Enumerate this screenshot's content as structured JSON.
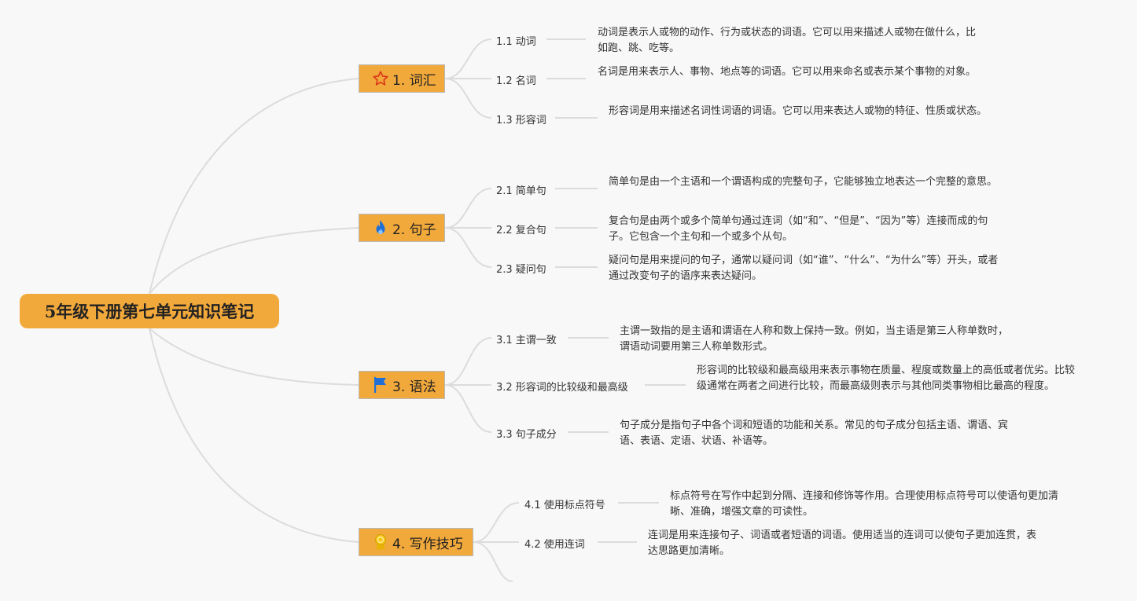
{
  "root": {
    "title": "5年级下册第七单元知识笔记"
  },
  "branches": [
    {
      "label": "1. 词汇",
      "icon": "star-icon",
      "items": [
        {
          "label": "1.1 动词",
          "note": "动词是表示人或物的动作、行为或状态的词语。它可以用来描述人或物在做什么，比如跑、跳、吃等。"
        },
        {
          "label": "1.2 名词",
          "note": "名词是用来表示人、事物、地点等的词语。它可以用来命名或表示某个事物的对象。"
        },
        {
          "label": "1.3 形容词",
          "note": "形容词是用来描述名词性词语的词语。它可以用来表达人或物的特征、性质或状态。"
        }
      ]
    },
    {
      "label": "2. 句子",
      "icon": "flame-icon",
      "items": [
        {
          "label": "2.1 简单句",
          "note": "简单句是由一个主语和一个谓语构成的完整句子，它能够独立地表达一个完整的意思。"
        },
        {
          "label": "2.2 复合句",
          "note": "复合句是由两个或多个简单句通过连词（如“和”、“但是”、“因为”等）连接而成的句子。它包含一个主句和一个或多个从句。"
        },
        {
          "label": "2.3 疑问句",
          "note": "疑问句是用来提问的句子，通常以疑问词（如“谁”、“什么”、“为什么”等）开头，或者通过改变句子的语序来表达疑问。"
        }
      ]
    },
    {
      "label": "3. 语法",
      "icon": "flag-icon",
      "items": [
        {
          "label": "3.1 主谓一致",
          "note": "主谓一致指的是主语和谓语在人称和数上保持一致。例如，当主语是第三人称单数时，谓语动词要用第三人称单数形式。"
        },
        {
          "label": "3.2 形容词的比较级和最高级",
          "note": "形容词的比较级和最高级用来表示事物在质量、程度或数量上的高低或者优劣。比较级通常在两者之间进行比较，而最高级则表示与其他同类事物相比最高的程度。"
        },
        {
          "label": "3.3 句子成分",
          "note": "句子成分是指句子中各个词和短语的功能和关系。常见的句子成分包括主语、谓语、宾语、表语、定语、状语、补语等。"
        }
      ]
    },
    {
      "label": "4. 写作技巧",
      "icon": "medal-icon",
      "items": [
        {
          "label": "4.1 使用标点符号",
          "note": "标点符号在写作中起到分隔、连接和修饰等作用。合理使用标点符号可以使语句更加清晰、准确，增强文章的可读性。"
        },
        {
          "label": "4.2 使用连词",
          "note": "连词是用来连接句子、词语或者短语的词语。使用适当的连词可以使句子更加连贯，表达思路更加清晰。"
        }
      ]
    }
  ]
}
